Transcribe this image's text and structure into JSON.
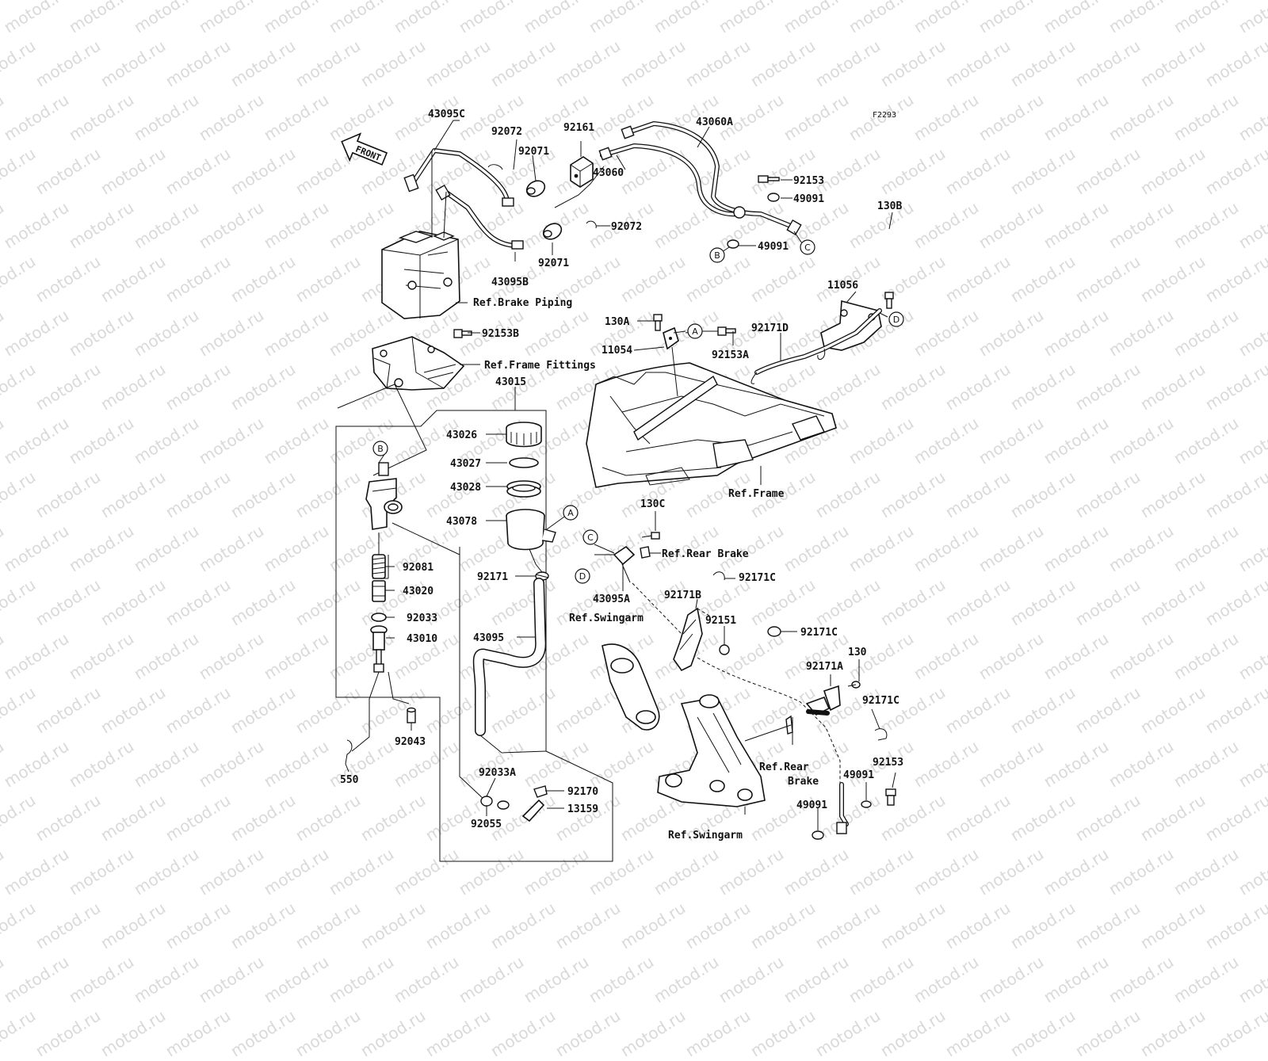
{
  "diagram": {
    "figure_code": "F2293",
    "front_label": "FRONT",
    "watermark": "motod.ru",
    "part_labels": [
      {
        "id": "43095C",
        "text": "43095C"
      },
      {
        "id": "92072a",
        "text": "92072"
      },
      {
        "id": "92071a",
        "text": "92071"
      },
      {
        "id": "92161",
        "text": "92161"
      },
      {
        "id": "43060A",
        "text": "43060A"
      },
      {
        "id": "43060",
        "text": "43060"
      },
      {
        "id": "92153",
        "text": "92153"
      },
      {
        "id": "49091a",
        "text": "49091"
      },
      {
        "id": "49091b",
        "text": "49091"
      },
      {
        "id": "92072b",
        "text": "92072"
      },
      {
        "id": "92071b",
        "text": "92071"
      },
      {
        "id": "43095B",
        "text": "43095B"
      },
      {
        "id": "130B",
        "text": "130B"
      },
      {
        "id": "11056",
        "text": "11056"
      },
      {
        "id": "130A",
        "text": "130A"
      },
      {
        "id": "92171D",
        "text": "92171D"
      },
      {
        "id": "11054",
        "text": "11054"
      },
      {
        "id": "92153A",
        "text": "92153A"
      },
      {
        "id": "92153B",
        "text": "92153B"
      },
      {
        "id": "43015",
        "text": "43015"
      },
      {
        "id": "43026",
        "text": "43026"
      },
      {
        "id": "43027",
        "text": "43027"
      },
      {
        "id": "43028",
        "text": "43028"
      },
      {
        "id": "43078",
        "text": "43078"
      },
      {
        "id": "92171",
        "text": "92171"
      },
      {
        "id": "43095",
        "text": "43095"
      },
      {
        "id": "92081",
        "text": "92081"
      },
      {
        "id": "43020",
        "text": "43020"
      },
      {
        "id": "92033",
        "text": "92033"
      },
      {
        "id": "43010",
        "text": "43010"
      },
      {
        "id": "92043",
        "text": "92043"
      },
      {
        "id": "550",
        "text": "550"
      },
      {
        "id": "92033A",
        "text": "92033A"
      },
      {
        "id": "92170",
        "text": "92170"
      },
      {
        "id": "13159",
        "text": "13159"
      },
      {
        "id": "92055",
        "text": "92055"
      },
      {
        "id": "130C",
        "text": "130C"
      },
      {
        "id": "92171C_a",
        "text": "92171C"
      },
      {
        "id": "43095A",
        "text": "43095A"
      },
      {
        "id": "92171B",
        "text": "92171B"
      },
      {
        "id": "92151",
        "text": "92151"
      },
      {
        "id": "92171C_b",
        "text": "92171C"
      },
      {
        "id": "130",
        "text": "130"
      },
      {
        "id": "92171A",
        "text": "92171A"
      },
      {
        "id": "92171C_c",
        "text": "92171C"
      },
      {
        "id": "92153_b",
        "text": "92153"
      },
      {
        "id": "49091c",
        "text": "49091"
      },
      {
        "id": "49091d",
        "text": "49091"
      }
    ],
    "ref_labels": [
      {
        "id": "brake_piping",
        "text": "Ref.Brake Piping"
      },
      {
        "id": "frame_fittings",
        "text": "Ref.Frame Fittings"
      },
      {
        "id": "frame",
        "text": "Ref.Frame"
      },
      {
        "id": "rear_brake_1",
        "text": "Ref.Rear Brake"
      },
      {
        "id": "swingarm_1",
        "text": "Ref.Swingarm"
      },
      {
        "id": "rear_brake_2a",
        "text": "Ref.Rear"
      },
      {
        "id": "rear_brake_2b",
        "text": "Brake"
      },
      {
        "id": "swingarm_2",
        "text": "Ref.Swingarm"
      }
    ],
    "connectors": [
      {
        "id": "A1",
        "text": "A"
      },
      {
        "id": "A2",
        "text": "A"
      },
      {
        "id": "B1",
        "text": "B"
      },
      {
        "id": "B2",
        "text": "B"
      },
      {
        "id": "C1",
        "text": "C"
      },
      {
        "id": "C2",
        "text": "C"
      },
      {
        "id": "D1",
        "text": "D"
      },
      {
        "id": "D2",
        "text": "D"
      }
    ]
  },
  "colors": {
    "ink": "#111111",
    "watermark": "#d9d9d9",
    "background": "#ffffff"
  }
}
